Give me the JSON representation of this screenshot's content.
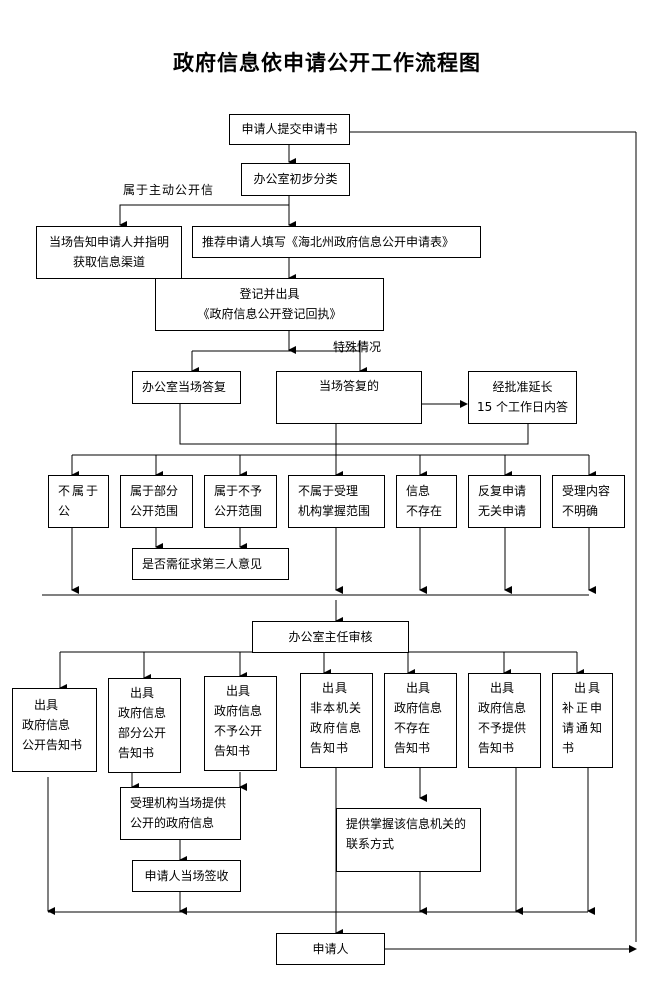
{
  "title": "政府信息依申请公开工作流程图",
  "nodes": {
    "submit": "申请人提交申请书",
    "classify": "办公室初步分类",
    "notify_channel": [
      "当场告知申请人并指明",
      "获取信息渠道"
    ],
    "recommend_form": "推荐申请人填写《海北州政府信息公开申请表》",
    "register": [
      "登记并出具",
      "《政府信息公开登记回执》"
    ],
    "office_reply": "办公室当场答复",
    "onsite_reply": "当场答复的",
    "extend": [
      "经批准延长",
      "15 个工作日内答"
    ],
    "not_public": [
      "不属于",
      "公"
    ],
    "partial": [
      "属于部分",
      "公开范围"
    ],
    "not_granted": [
      "属于不予",
      "公开范围"
    ],
    "not_agency": [
      "不属于受理",
      "机构掌握范围"
    ],
    "not_exist": [
      "信息",
      "不存在"
    ],
    "repeat": [
      "反复申请",
      "无关申请"
    ],
    "unclear": [
      "受理内容",
      "不明确"
    ],
    "third_party": "是否需征求第三人意见",
    "director_review": "办公室主任审核",
    "out_public": [
      "出具",
      "政府信息",
      "公开告知书"
    ],
    "out_partial": [
      "出具",
      "政府信息",
      "部分公开",
      "告知书"
    ],
    "out_not_granted": [
      "出具",
      "政府信息",
      "不予公开",
      "告知书"
    ],
    "out_not_agency": [
      "出具",
      "非本机关",
      "政府信息",
      "告知书"
    ],
    "out_not_exist": [
      "出具",
      "政府信息",
      "不存在",
      "告知书"
    ],
    "out_not_provide": [
      "出具",
      "政府信息",
      "不予提供",
      "告知书"
    ],
    "out_correction": [
      "出具",
      "补正申",
      "请通知",
      "书"
    ],
    "provide_onsite": [
      "受理机构当场提供",
      "公开的政府信息"
    ],
    "sign_onsite": "申请人当场签收",
    "contact_info": [
      "提供掌握该信息机关的",
      "联系方式"
    ],
    "applicant": "申请人"
  },
  "labels": {
    "proactive": "属于主动公开信",
    "special": "特殊情况"
  },
  "colors": {
    "stroke": "#000000",
    "background": "#ffffff"
  }
}
